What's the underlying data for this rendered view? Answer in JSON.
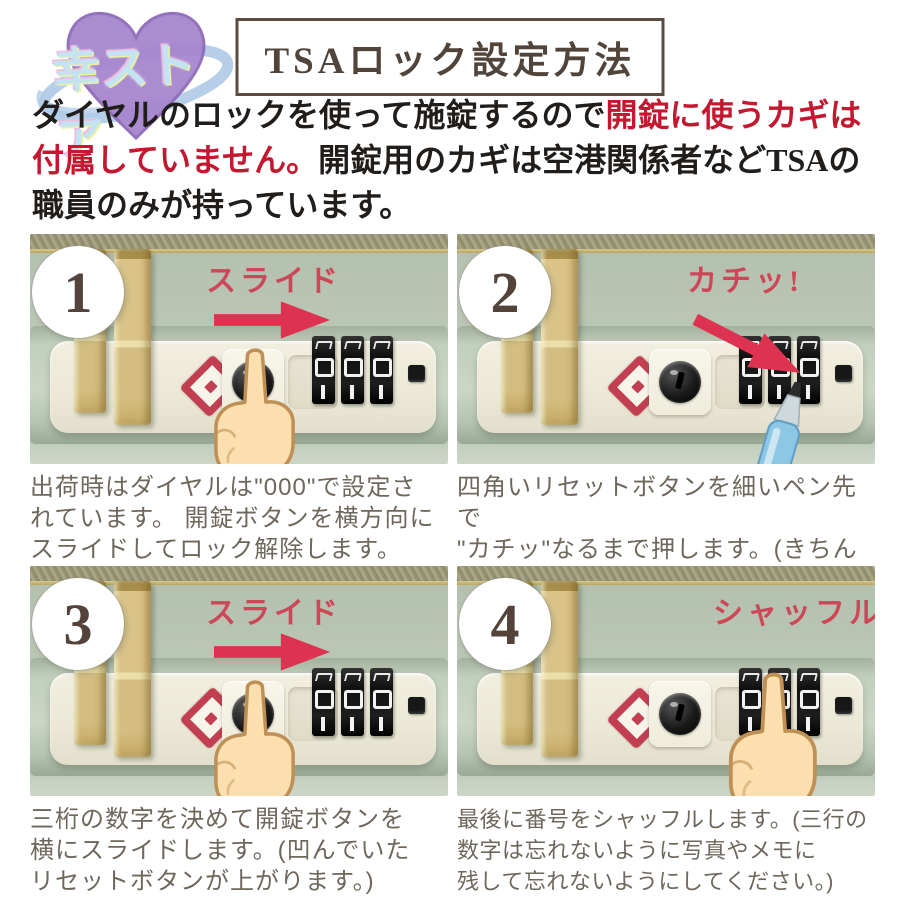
{
  "watermark": {
    "store_name": "幸ストア"
  },
  "title": "TSAロック設定方法",
  "intro": {
    "full_text": "ダイヤルのロックを使って施錠するので開錠に使うカギは付属していません。開錠用のカギは空港関係者などTSAの職員のみが持っています。",
    "lines": [
      [
        {
          "text": "ダイヤルのロックを使って施錠するので",
          "color": "dark"
        },
        {
          "text": "開錠に使うカギは",
          "color": "red"
        }
      ],
      [
        {
          "text": "付属していません。",
          "color": "red"
        },
        {
          "text": "開錠用のカギは空港関係者などTSAの",
          "color": "dark"
        }
      ],
      [
        {
          "text": "職員のみが持っています。",
          "color": "dark"
        }
      ]
    ]
  },
  "steps": [
    {
      "number": "1",
      "label": "スライド",
      "arrow": "right",
      "overlay": "hand",
      "caption": "出荷時はダイヤルは\"000\"で設定さ\nれています。 開錠ボタンを横方向に\nスライドしてロック解除します。"
    },
    {
      "number": "2",
      "label": "カチッ!",
      "arrow": "diagonal",
      "overlay": "pen",
      "caption": "四角いリセットボタンを細いペン先で\n\"カチッ\"なるまで押します。(きちんと\n押されるるとボタンが凹みます)"
    },
    {
      "number": "3",
      "label": "スライド",
      "arrow": "right",
      "overlay": "hand",
      "caption": "三桁の数字を決めて開錠ボタンを\n横にスライドします。(凹んでいた\nリセットボタンが上がります。)"
    },
    {
      "number": "4",
      "label": "シャッフル",
      "arrow": "none",
      "overlay": "hand-right",
      "caption": "最後に番号をシャッフルします。(三行の\n数字は忘れないように写真やメモに\n残して忘れないようにしてください。)"
    }
  ],
  "icons": {
    "chevron": "❯",
    "tsa_logo": "red-diamond-lozenge",
    "arrow": "red-arrow",
    "pointing_hand": "cartoon-pointing-hand",
    "pen": "blue-ballpoint-pen"
  },
  "colors": {
    "intro_red": "#c3182f",
    "label_red": "#cc4757",
    "arrow_red": "#dd3350",
    "title_brown": "#51443a",
    "caption_taupe": "#6e675c",
    "photo_green": "#b9c5b2",
    "panel_cream": "#edead9",
    "gold": "#d2ba79",
    "heart_purple": "#a584cd"
  }
}
